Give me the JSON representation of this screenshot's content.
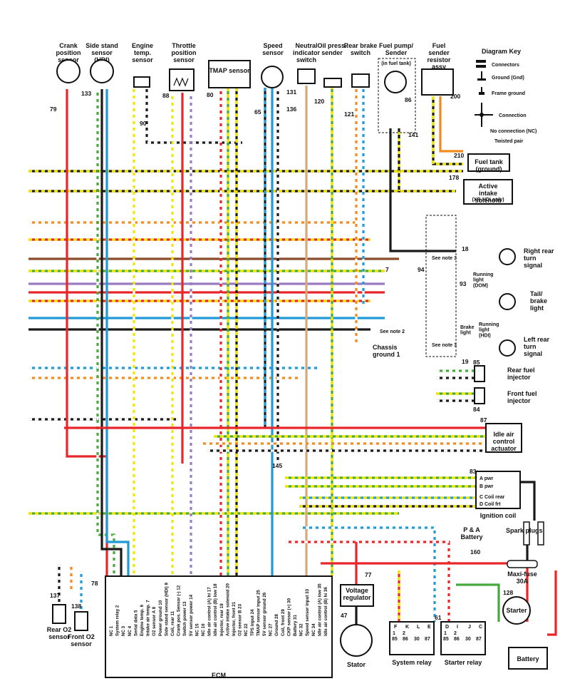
{
  "components": {
    "crank": "Crank position sensor",
    "sidestand": "Side stand sensor (HDI)",
    "engine_temp": "Engine temp. sensor",
    "throttle": "Throttle position sensor",
    "tmap": "TMAP sensor",
    "speed": "Speed sensor",
    "neutral": "Neutral indicator switch",
    "oil": "Oil press. sender",
    "rear_brake": "Rear brake switch",
    "fuel_pump": "Fuel pump/ Sender",
    "fuel_pump_sub": "(in fuel tank)",
    "fuel_sender_res": "Fuel sender resistor assy",
    "fuel_tank_ground": "Fuel tank (ground)",
    "active_intake": "Active intake solenoid",
    "active_intake_sub": "(XR-HDI only)",
    "right_turn": "Right rear turn signal",
    "tail_brake": "Tail/ brake light",
    "left_turn": "Left rear turn signal",
    "running_dom": "Running light (DOM)",
    "running_hdi": "Running light (HDI)",
    "brake_light": "Brake light",
    "chassis_ground": "Chassis ground 1",
    "rear_injector": "Rear fuel injector",
    "front_injector": "Front fuel injector",
    "idle_air": "Idle air control actuator",
    "ignition_coil": "Ignition coil",
    "spark_plugs": "Spark plugs",
    "pa_battery": "P & A Battery",
    "maxi_fuse": "Maxi-fuse 30A",
    "starter": "Starter",
    "battery": "Battery",
    "voltage_reg": "Voltage regulator",
    "stator": "Stator",
    "system_relay": "System relay",
    "starter_relay": "Starter relay",
    "ecm": "ECM",
    "rear_o2": "Rear O2 sensor",
    "front_o2": "Front O2 sensor",
    "see_note2": "See note 2",
    "see_note3": "See note 3"
  },
  "coil_pins": [
    "A pwr",
    "B pwr",
    "C Coil rear",
    "D Coil frt"
  ],
  "connector_numbers": {
    "c79": "79",
    "c133": "133",
    "c90": "90",
    "c88": "88",
    "c80": "80",
    "c65": "65",
    "c131": "131",
    "c136": "136",
    "c120": "120",
    "c121": "121",
    "c86": "86",
    "c141": "141",
    "c200": "200",
    "c210": "210",
    "c178": "178",
    "c18": "18",
    "c93": "93",
    "c19": "19",
    "c7": "7",
    "c94": "94",
    "c85": "85",
    "c84": "84",
    "c87": "87",
    "c145": "145",
    "c83": "83",
    "c160": "160",
    "c128": "128",
    "c77": "77",
    "c47": "47",
    "c61": "61",
    "c78": "78",
    "c137": "137",
    "c138": "138"
  },
  "key": {
    "title": "Diagram Key",
    "connectors": "Connectors",
    "ground": "Ground (Gnd)",
    "frame_ground": "Frame ground",
    "connection": "Connection",
    "no_connection": "No connection (NC)",
    "twisted": "Twisted pair"
  },
  "ecm_pins": [
    "NC 1",
    "System relay 2",
    "NC 3",
    "NC 4",
    "Serial data 5",
    "Engine temp. 6",
    "Intake air temp. 7",
    "O2 sensor A 8",
    "Power ground 10",
    "Side stand sensor (HDI) 9",
    "Coil, rear 11",
    "Crank pos. Sensor (-) 12",
    "Switch power 13",
    "5V sensor power 14",
    "NC 15",
    "NC 16",
    "Idle air control (A) hi 17",
    "Idle air control (B) low 18",
    "Injector, rear 19",
    "Active intake solenoid 20",
    "Injector, front 21",
    "O2 sensor B 23",
    "NC 22",
    "TPS input 24",
    "TMAP sensor input 25",
    "5V sensor ground 26",
    "NC 27",
    "Ground 28",
    "Coil, front 29",
    "CKP sensor (+) 30",
    "Battery 31",
    "NC 32",
    "Speed sensor input 33",
    "NC 34",
    "Idle air control (A) low 35",
    "Idle air control (B) hi 36"
  ],
  "relay_pins": {
    "system_letters": [
      "F",
      "K",
      "L",
      "E"
    ],
    "system_numbers": [
      "85",
      "86",
      "30",
      "87"
    ],
    "starter_letters": [
      "D",
      "I",
      "J",
      "C"
    ],
    "starter_numbers": [
      "85",
      "86",
      "30",
      "87"
    ],
    "pair_numbers": [
      "1",
      "2"
    ]
  },
  "colors": {
    "red": "#e8262a",
    "black": "#1a1a1a",
    "yellow": "#f2e600",
    "green": "#44aa3a",
    "blue": "#1f9ad6",
    "orange": "#f28a1e",
    "brown": "#8a4a2a",
    "violet": "#9b7bc0",
    "tan": "#d8a878",
    "white": "#ffffff",
    "grey": "#8c8c8c",
    "pink": "#f0a0b0"
  }
}
